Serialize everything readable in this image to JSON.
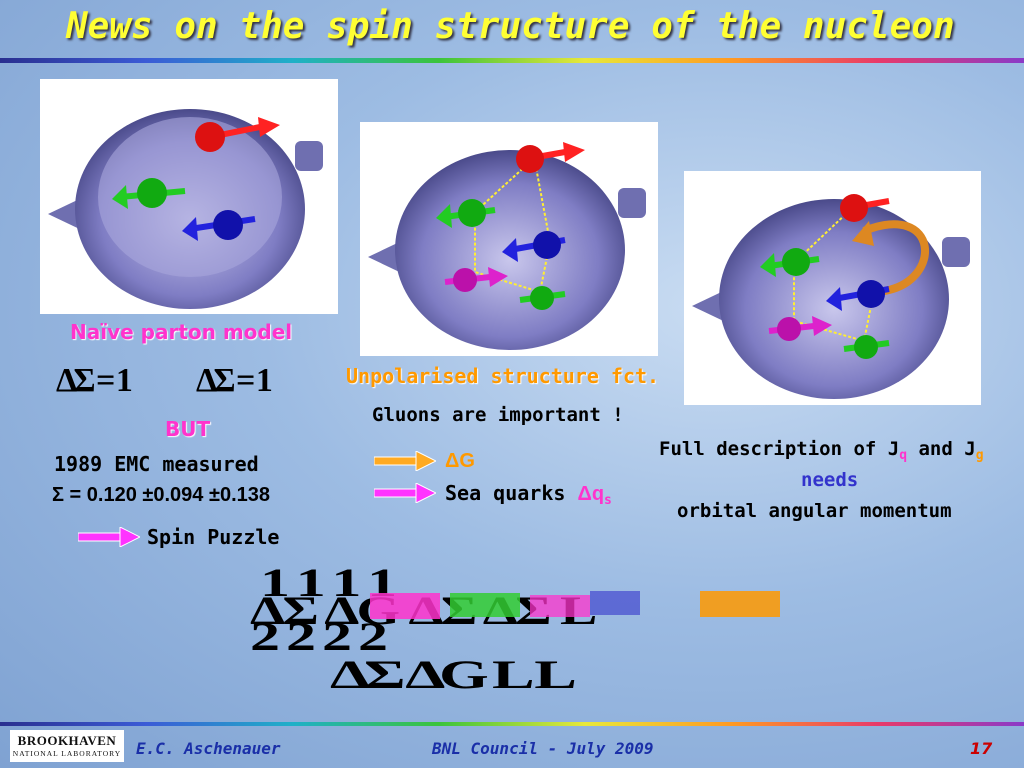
{
  "slide": {
    "title": "News on the spin structure of the nucleon"
  },
  "left": {
    "label": "Naïve parton model",
    "formula_1": "ΔΣ = 1",
    "formula_2": "ΔΣ = 1",
    "but": "BUT",
    "emc_line1": "1989 EMC measured",
    "emc_line2": "Σ = 0.120 ±0.094 ±0.138",
    "spin_puzzle": "Spin Puzzle"
  },
  "middle": {
    "label": "Unpolarised structure fct.",
    "gluons": "Gluons are important !",
    "delta_g": "ΔG",
    "sea_quarks": "Sea quarks ",
    "sea_symbol": "Δq",
    "sea_sub": "s"
  },
  "right": {
    "line1_a": "Full description of J",
    "line1_sub1": "q",
    "line1_b": " and J",
    "line1_sub2": "g",
    "line2": "needs",
    "line3": "orbital angular momentum"
  },
  "equation": {
    "row1": "1111",
    "row2": "ΔΣ ΔG ΔΣ ΔΣ L",
    "row3": "2222",
    "row4": "ΔΣ ΔG L L"
  },
  "footer": {
    "logo_main": "BROOKHAVEN",
    "logo_sub": "NATIONAL LABORATORY",
    "author": "E.C. Aschenauer",
    "event": "BNL Council - July 2009",
    "page": "17"
  },
  "colors": {
    "title": "#ffff33",
    "pink": "#ff33cc",
    "orange": "#ff9900",
    "blue_text": "#3333cc",
    "page_number": "#cc0000"
  }
}
